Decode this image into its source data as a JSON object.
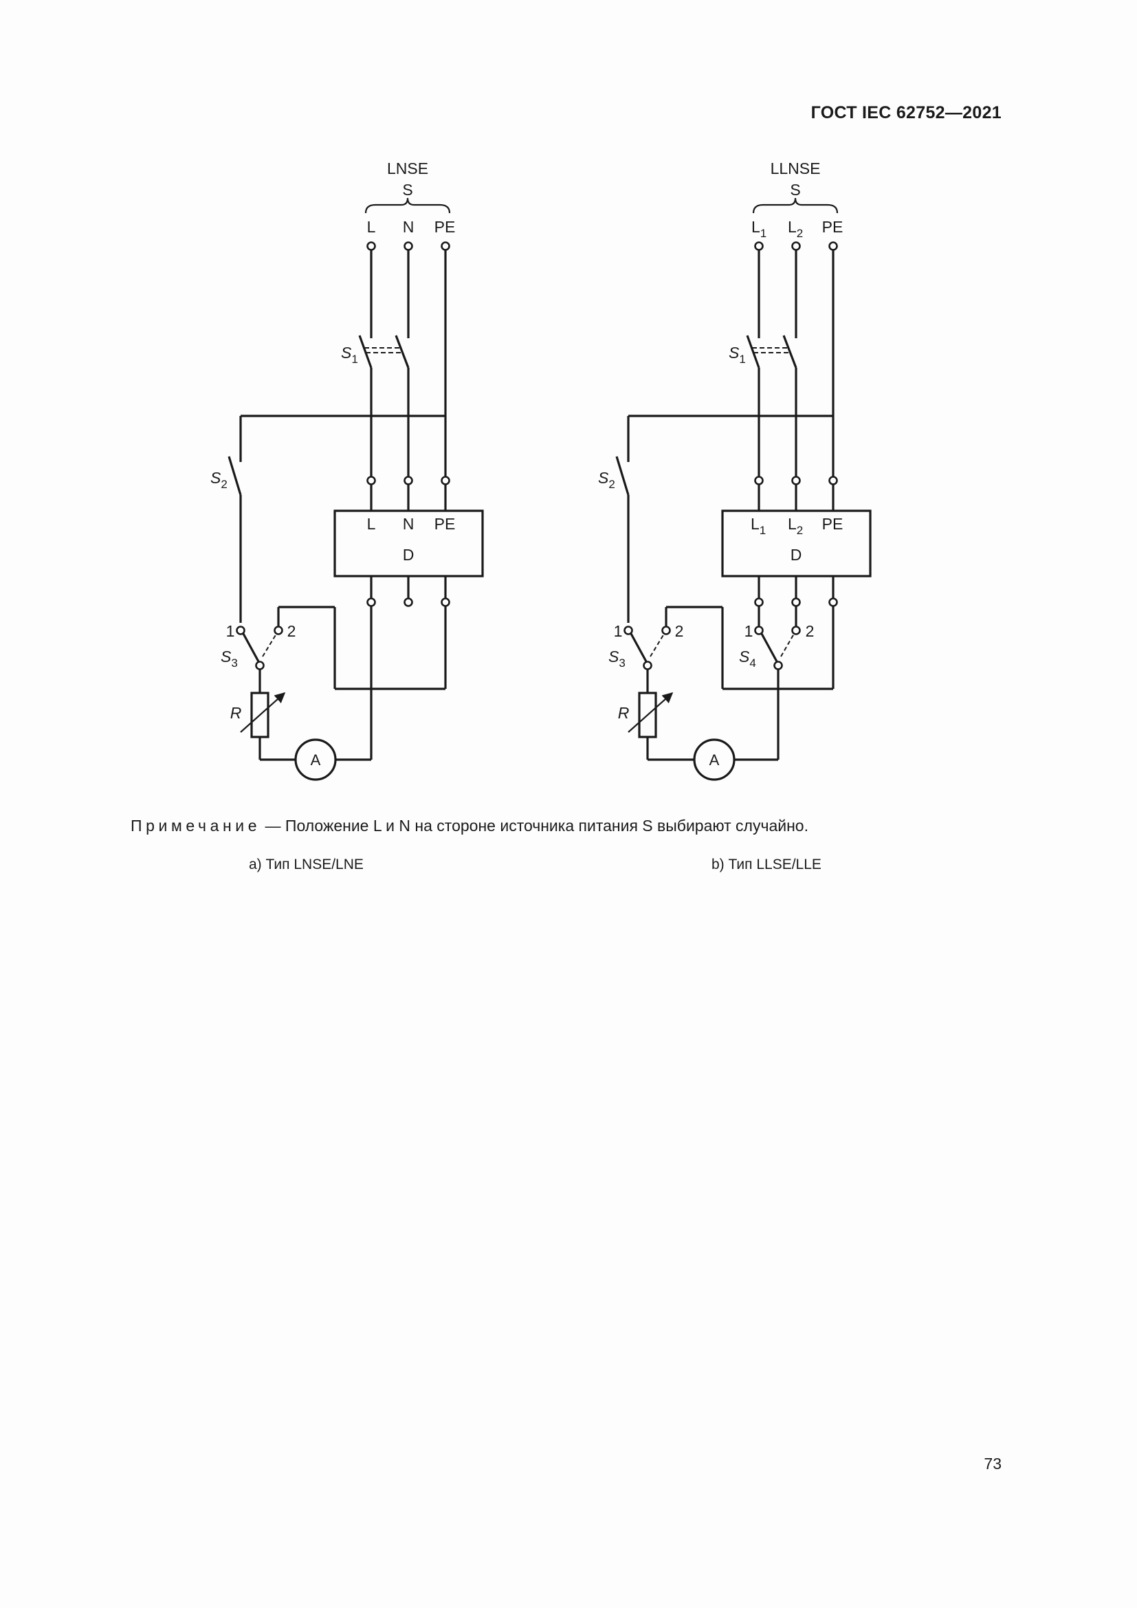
{
  "header": {
    "standard": "ГОСТ IEC 62752—2021"
  },
  "diagram_a": {
    "source_type": "LNSE",
    "source": "S",
    "terminals": [
      "L",
      "N",
      "PE"
    ],
    "device_label": "D",
    "device_terminals": [
      "L",
      "N",
      "PE"
    ],
    "switch_s1": "S",
    "switch_s1_sub": "1",
    "switch_s2": "S",
    "switch_s2_sub": "2",
    "switch_s3": "S",
    "switch_s3_sub": "3",
    "switch_positions": [
      "1",
      "2"
    ],
    "resistor": "R",
    "ammeter": "A"
  },
  "diagram_b": {
    "source_type": "LLNSE",
    "source": "S",
    "terminals": [
      "L",
      "1",
      "L",
      "2",
      "PE"
    ],
    "device_label": "D",
    "device_terminals": [
      "L",
      "1",
      "L",
      "2",
      "PE"
    ],
    "switch_s1": "S",
    "switch_s1_sub": "1",
    "switch_s2": "S",
    "switch_s2_sub": "2",
    "switch_s3": "S",
    "switch_s3_sub": "3",
    "switch_s4": "S",
    "switch_s4_sub": "4",
    "switch_positions": [
      "1",
      "2"
    ],
    "resistor": "R",
    "ammeter": "A"
  },
  "note": {
    "lead": "Примечание",
    "text": " — Положение L и N на стороне источника питания S выбирают случайно."
  },
  "captions": {
    "a": "а)  Тип LNSE/LNE",
    "b": "b)  Тип LLSE/LLE"
  },
  "page_number": "73"
}
